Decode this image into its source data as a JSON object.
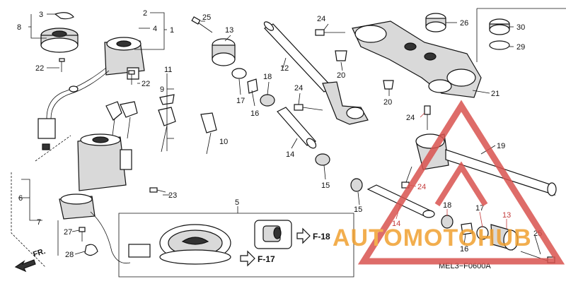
{
  "diagram": {
    "code": "MEL3−F0600A",
    "fr_label": "FR.",
    "ref_f18": "F-18",
    "ref_f17": "F-17",
    "part_numbers": {
      "p1": "1",
      "p2": "2",
      "p3": "3",
      "p4": "4",
      "p5": "5",
      "p6": "6",
      "p7": "7",
      "p8": "8",
      "p9": "9",
      "p10": "10",
      "p11": "11",
      "p12": "12",
      "p13": "13",
      "p14": "14",
      "p15": "15",
      "p16": "16",
      "p17": "17",
      "p18": "18",
      "p19": "19",
      "p20": "20",
      "p21": "21",
      "p22": "22",
      "p23": "23",
      "p24": "24",
      "p25": "25",
      "p26": "26",
      "p27": "27",
      "p28": "28",
      "p29": "29",
      "p30": "30"
    }
  },
  "watermark": {
    "text": "AUTOMOTOHUB",
    "color_red": "#d9534f",
    "color_orange": "#f0a030"
  }
}
